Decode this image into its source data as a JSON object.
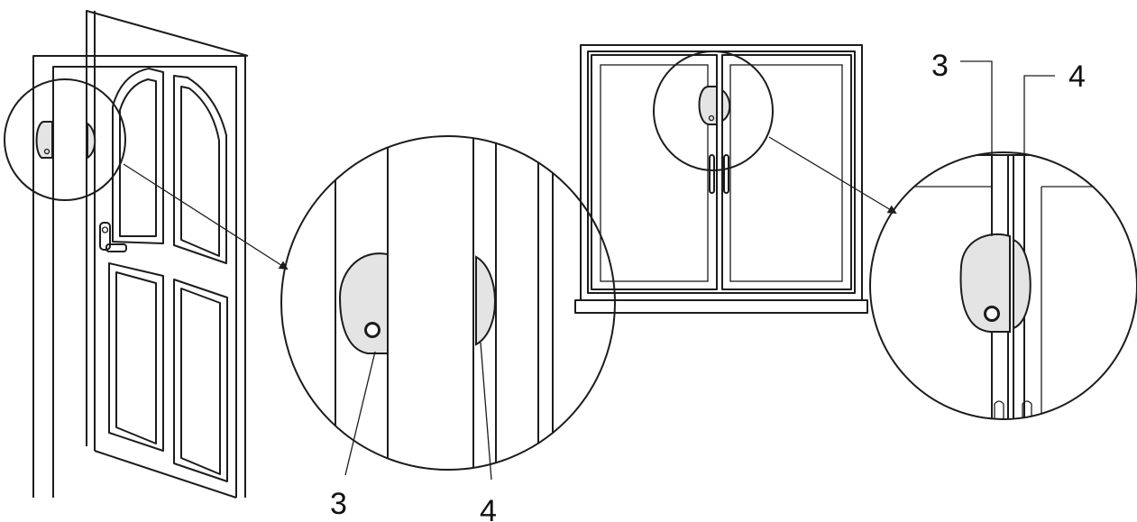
{
  "callouts": {
    "door_sensor": "3",
    "door_magnet": "4",
    "window_sensor": "3",
    "window_magnet": "4"
  },
  "colors": {
    "line": "#1c1c1c",
    "sensor_fill": "#e4e4e4",
    "background": "#ffffff"
  },
  "icons": [
    "door",
    "window",
    "sensor",
    "magnet",
    "arrow"
  ]
}
